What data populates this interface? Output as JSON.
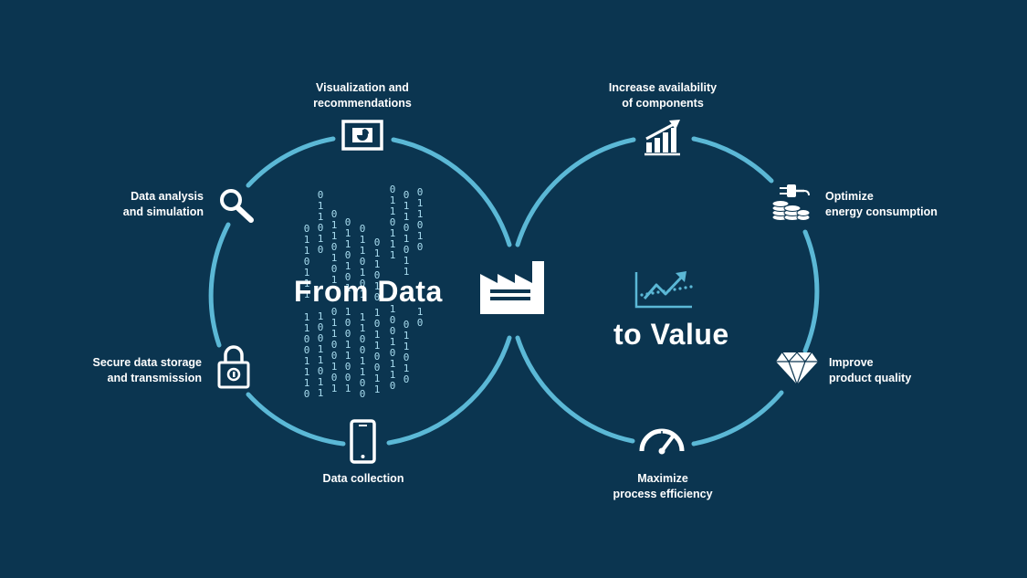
{
  "headline": {
    "from": "From Data",
    "to": "to Value"
  },
  "left_loop": {
    "top": [
      "Visualization and",
      "recommendations"
    ],
    "upper_left": [
      "Data analysis",
      "and simulation"
    ],
    "lower_left": [
      "Secure data storage",
      "and transmission"
    ],
    "bottom": [
      "Data collection"
    ]
  },
  "right_loop": {
    "top": [
      "Increase availability",
      "of components"
    ],
    "upper_right": [
      "Optimize",
      "energy consumption"
    ],
    "lower_right": [
      "Improve",
      "product quality"
    ],
    "bottom": [
      "Maximize",
      "process efficiency"
    ]
  },
  "binary_upper": [
    "0110111",
    "011010",
    "0110101",
    "0110101",
    "0110101",
    "011010",
    "0110111",
    "01101011",
    "011010",
    "0101011"
  ],
  "binary_lower": [
    "11001110",
    "10011011",
    "01100101",
    "10011001",
    "11001100",
    "10110011",
    "10010110",
    "011010",
    "10",
    "1001101"
  ],
  "icons": {
    "visualization": "presentation-chart-icon",
    "analysis": "magnifier-icon",
    "security": "padlock-icon",
    "collection": "smartphone-icon",
    "factory": "factory-icon",
    "trend": "rising-trend-chart-icon",
    "availability": "growth-bar-chart-icon",
    "energy": "plug-coins-icon",
    "quality": "diamond-icon",
    "efficiency": "gauge-icon"
  },
  "colors": {
    "background": "#0b3550",
    "loop": "#5bb8d6",
    "text": "#ffffff",
    "binary": "#a8dcef"
  }
}
